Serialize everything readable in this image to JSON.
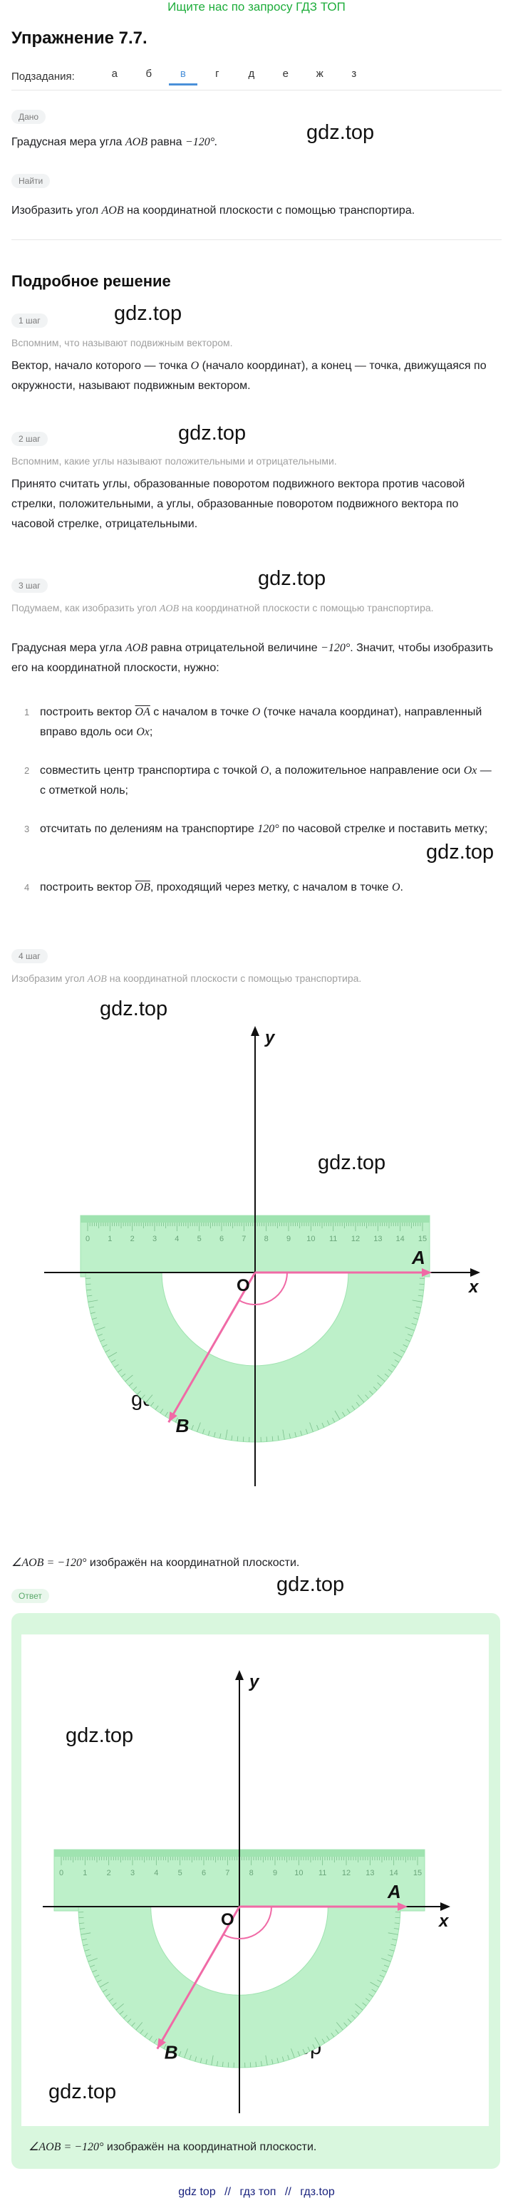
{
  "banner": "Ищите нас по запросу ГДЗ ТОП",
  "title": "Упражнение 7.7.",
  "subtasks": {
    "label": "Подзадания:",
    "tabs": [
      "а",
      "б",
      "в",
      "г",
      "д",
      "е",
      "ж",
      "з"
    ],
    "active": "в"
  },
  "given": {
    "chip": "Дано",
    "text_pre": "Градусная мера угла ",
    "angle": "AOB",
    "text_mid": " равна ",
    "value": "−120°."
  },
  "find": {
    "chip": "Найти",
    "text_pre": "Изобразить угол ",
    "angle": "AOB",
    "text_post": " на координатной плоскости с помощью транспортира."
  },
  "solution_title": "Подробное решение",
  "step1": {
    "chip": "1 шаг",
    "hint": "Вспомним, что называют подвижным вектором.",
    "text_pre": "Вектор, начало которого — точка ",
    "o": "O",
    "text_post": " (начало координат), а конец — точка, движущаяся по окружности, называют подвижным вектором."
  },
  "step2": {
    "chip": "2 шаг",
    "hint": "Вспомним, какие углы называют положительными и отрицательными.",
    "text": "Принято считать углы, образованные поворотом подвижного вектора против часовой стрелки, положительными, а углы, образованные поворотом подвижного вектора по часовой стрелке, отрицательными."
  },
  "step3": {
    "chip": "3 шаг",
    "hint_pre": "Подумаем, как изобразить угол ",
    "hint_angle": "AOB",
    "hint_post": " на координатной плоскости с помощью транспортира.",
    "text_pre": "Градусная мера угла ",
    "angle": "AOB",
    "text_mid": " равна отрицательной величине ",
    "value": "−120°",
    "text_post": ". Значит, чтобы изобразить его на координатной плоскости, нужно:",
    "items": [
      {
        "num": "1",
        "pre": "построить вектор ",
        "vec": "OA",
        "mid": " с началом в точке ",
        "o": "O",
        "post": " (точке начала координат), направленный вправо вдоль оси ",
        "ax": "Ox",
        "end": ";"
      },
      {
        "num": "2",
        "pre": "совместить центр транспортира с точкой ",
        "o": "O",
        "mid": ", а положительное направление оси ",
        "ax": "Ox",
        "post": " — с отметкой ноль;"
      },
      {
        "num": "3",
        "pre": "отсчитать по делениям на транспортире ",
        "val": "120°",
        "post": " по часовой стрелке и поставить метку;"
      },
      {
        "num": "4",
        "pre": "построить вектор ",
        "vec": "OB",
        "mid": ", проходящий через метку, с началом в точке ",
        "o": "O",
        "post": "."
      }
    ]
  },
  "step4": {
    "chip": "4 шаг",
    "hint_pre": "Изобразим угол ",
    "hint_angle": "AOB",
    "hint_post": " на координатной плоскости с помощью транспортира."
  },
  "conclusion": {
    "expr": "∠AOB = −120°",
    "text": " изображён на координатной плоскости."
  },
  "answer": {
    "chip": "Ответ",
    "expr": "∠AOB = −120°",
    "text": " изображён на координатной плоскости."
  },
  "figure": {
    "axis_x": "x",
    "axis_y": "y",
    "origin": "O",
    "point_a": "A",
    "point_b": "B",
    "ruler_ticks": [
      "0",
      "1",
      "2",
      "3",
      "4",
      "5",
      "6",
      "7",
      "8",
      "9",
      "10",
      "11",
      "12",
      "13",
      "14",
      "15"
    ],
    "colors": {
      "ruler": "#bdf0c9",
      "ruler_dark": "#9fe3b0",
      "vector": "#f06aa6",
      "axis": "#111111"
    }
  },
  "watermark": "gdz.top",
  "footer": [
    "gdz top",
    "//",
    "гдз топ",
    "//",
    "гдз.top"
  ]
}
